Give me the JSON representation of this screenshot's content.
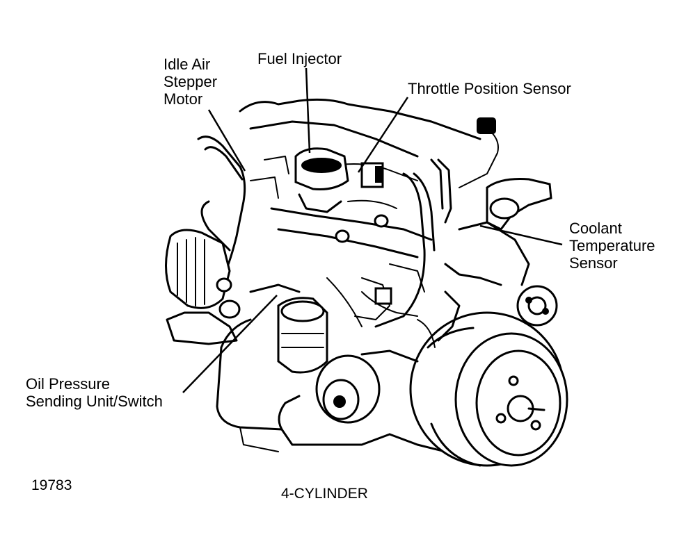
{
  "labels": {
    "idle_air": "Idle Air\nStepper\nMotor",
    "fuel_injector": "Fuel Injector",
    "throttle_position": "Throttle Position Sensor",
    "coolant_temp": "Coolant\nTemperature\nSensor",
    "oil_pressure": "Oil Pressure\nSending Unit/Switch"
  },
  "figure_number": "19783",
  "caption": "4-CYLINDER"
}
